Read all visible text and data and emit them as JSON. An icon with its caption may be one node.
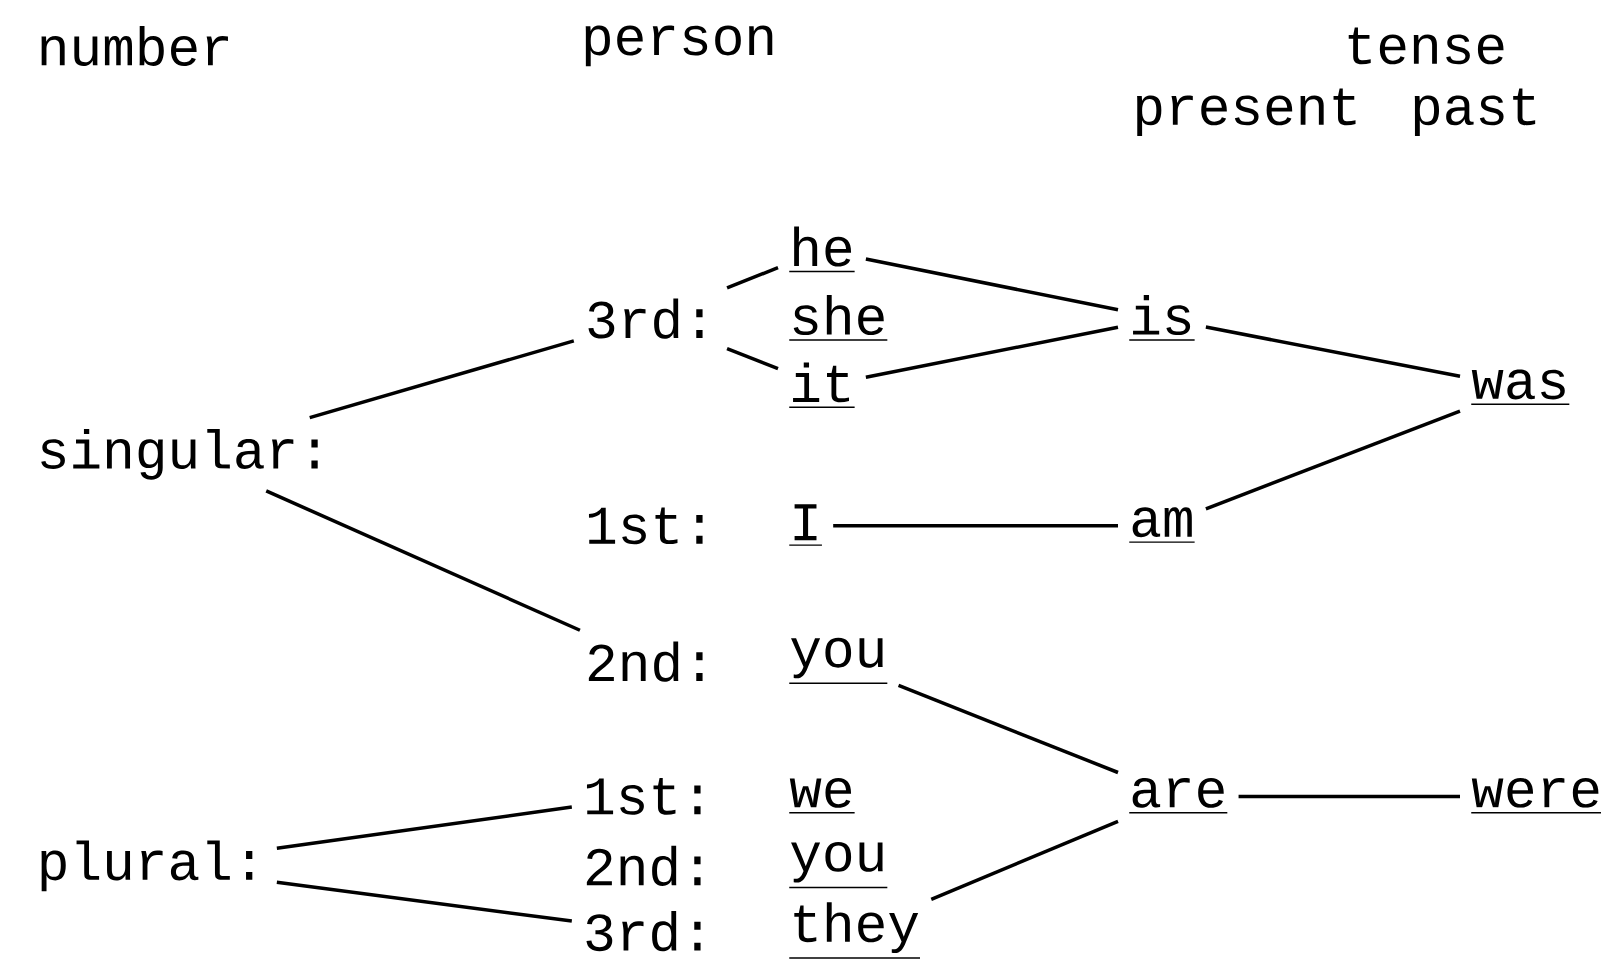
{
  "diagram": {
    "nodes": [
      {
        "text": [
          "singular:"
        ]
      },
      {
        "text": [
          "plural:"
        ]
      },
      {
        "text": [
          "3rd:"
        ]
      },
      {
        "text": [
          "1st:"
        ]
      },
      {
        "text": [
          "2nd:"
        ]
      },
      {
        "text": [
          "1st:"
        ]
      },
      {
        "text": [
          "2nd:"
        ]
      },
      {
        "text": [
          "3rd:"
        ]
      },
      {
        "text": [
          "he"
        ]
      },
      {
        "text": [
          "she"
        ]
      },
      {
        "text": [
          "it"
        ]
      },
      {
        "text": [
          "I"
        ]
      },
      {
        "text": [
          "you"
        ]
      },
      {
        "text": [
          "we"
        ]
      },
      {
        "text": [
          "you"
        ]
      },
      {
        "text": [
          "they"
        ]
      },
      {
        "text": [
          "is"
        ]
      },
      {
        "text": [
          "am"
        ]
      },
      {
        "text": [
          "are"
        ]
      },
      {
        "text": [
          "was"
        ]
      },
      {
        "text": [
          "were"
        ]
      }
    ],
    "edges": [
      {
        "from": 0,
        "to": 2,
        "arrow": "none"
      },
      {
        "from": 0,
        "to": 4,
        "arrow": "none"
      },
      {
        "from": 1,
        "to": 5,
        "arrow": "none"
      },
      {
        "from": 1,
        "to": 7,
        "arrow": "none"
      },
      {
        "from": 2,
        "to": 8,
        "arrow": "none"
      },
      {
        "from": 2,
        "to": 10,
        "arrow": "none"
      },
      {
        "from": 8,
        "to": 16,
        "arrow": "none"
      },
      {
        "from": 10,
        "to": 16,
        "arrow": "none"
      },
      {
        "from": 11,
        "to": 17,
        "arrow": "none"
      },
      {
        "from": 16,
        "to": 19,
        "arrow": "none"
      },
      {
        "from": 17,
        "to": 19,
        "arrow": "none"
      },
      {
        "from": 12,
        "to": 18,
        "arrow": "none"
      },
      {
        "from": 15,
        "to": 18,
        "arrow": "none"
      },
      {
        "from": 18,
        "to": 20,
        "arrow": "none"
      }
    ],
    "labels": [
      "number",
      "person",
      "tense",
      "present",
      "past"
    ]
  }
}
